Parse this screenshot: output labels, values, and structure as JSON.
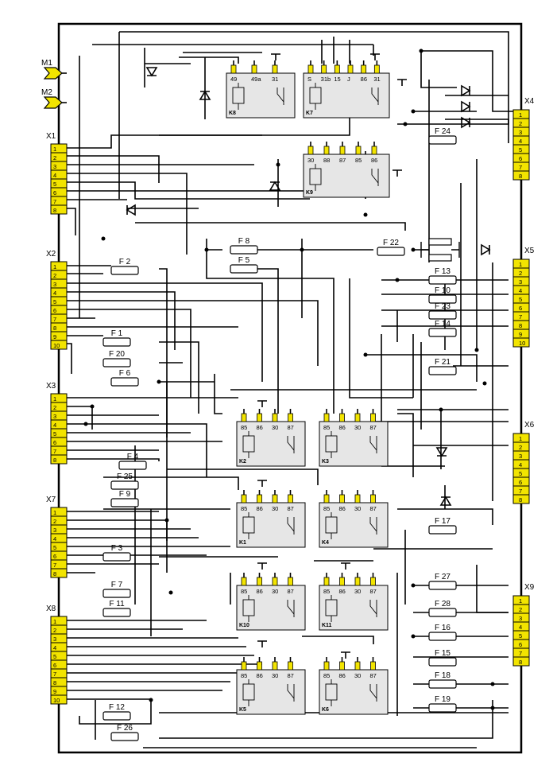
{
  "connectors": [
    {
      "name": "M1",
      "pins": []
    },
    {
      "name": "M2",
      "pins": []
    },
    {
      "name": "X1",
      "pins": [
        "1",
        "2",
        "3",
        "4",
        "5",
        "6",
        "7",
        "8"
      ]
    },
    {
      "name": "X2",
      "pins": [
        "1",
        "2",
        "3",
        "4",
        "5",
        "6",
        "7",
        "8",
        "9",
        "10"
      ]
    },
    {
      "name": "X3",
      "pins": [
        "1",
        "2",
        "3",
        "4",
        "5",
        "6",
        "7",
        "8"
      ]
    },
    {
      "name": "X7",
      "pins": [
        "1",
        "2",
        "3",
        "4",
        "5",
        "6",
        "7",
        "8"
      ]
    },
    {
      "name": "X8",
      "pins": [
        "1",
        "2",
        "3",
        "4",
        "5",
        "6",
        "7",
        "8",
        "9",
        "10"
      ]
    },
    {
      "name": "X4",
      "pins": [
        "1",
        "2",
        "3",
        "4",
        "5",
        "6",
        "7",
        "8"
      ]
    },
    {
      "name": "X5",
      "pins": [
        "1",
        "2",
        "3",
        "4",
        "5",
        "6",
        "7",
        "8",
        "9",
        "10"
      ]
    },
    {
      "name": "X6",
      "pins": [
        "1",
        "2",
        "3",
        "4",
        "5",
        "6",
        "7",
        "8"
      ]
    },
    {
      "name": "X9",
      "pins": [
        "1",
        "2",
        "3",
        "4",
        "5",
        "6",
        "7",
        "8"
      ]
    }
  ],
  "fuses": [
    "F 1",
    "F 2",
    "F 3",
    "F 4",
    "F 5",
    "F 6",
    "F 7",
    "F 8",
    "F 9",
    "F 10",
    "F 11",
    "F 12",
    "F 13",
    "F 14",
    "F 15",
    "F 16",
    "F 17",
    "F 18",
    "F 19",
    "F 20",
    "F 21",
    "F 22",
    "F 23",
    "F 24",
    "F 25",
    "F 26",
    "F 27",
    "F 28"
  ],
  "relays": [
    {
      "name": "K8",
      "pins": [
        "49",
        "49a",
        "31"
      ]
    },
    {
      "name": "K7",
      "pins": [
        "S",
        "31b",
        "15",
        "J",
        "86",
        "31"
      ]
    },
    {
      "name": "K9",
      "pins": [
        "30",
        "88",
        "87",
        "85",
        "86"
      ]
    },
    {
      "name": "K2",
      "pins": [
        "85",
        "86",
        "30",
        "87"
      ]
    },
    {
      "name": "K3",
      "pins": [
        "85",
        "86",
        "30",
        "87"
      ]
    },
    {
      "name": "K1",
      "pins": [
        "85",
        "86",
        "30",
        "87"
      ]
    },
    {
      "name": "K4",
      "pins": [
        "85",
        "86",
        "30",
        "87"
      ]
    },
    {
      "name": "K10",
      "pins": [
        "85",
        "86",
        "30",
        "87"
      ]
    },
    {
      "name": "K11",
      "pins": [
        "85",
        "86",
        "30",
        "87"
      ]
    },
    {
      "name": "K5",
      "pins": [
        "85",
        "86",
        "30",
        "87"
      ]
    },
    {
      "name": "K6",
      "pins": [
        "85",
        "86",
        "30",
        "87"
      ]
    }
  ]
}
